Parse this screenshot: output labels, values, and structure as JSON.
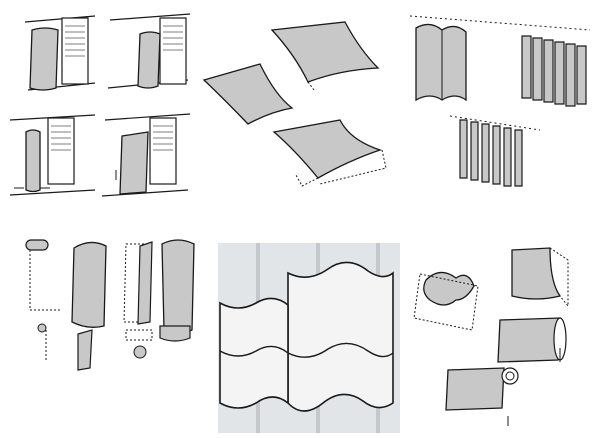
{
  "figure": {
    "panels": [
      {
        "id": "facade-sheets"
      },
      {
        "id": "tilted-sheets"
      },
      {
        "id": "folded-curtains"
      },
      {
        "id": "rolled-elements"
      },
      {
        "id": "wave-screen-photo"
      },
      {
        "id": "folding-sequence"
      }
    ]
  },
  "colors": {
    "fill": "#c8c8c8",
    "stroke": "#1a1a1a",
    "photo_bg": "#e6e9ec"
  }
}
